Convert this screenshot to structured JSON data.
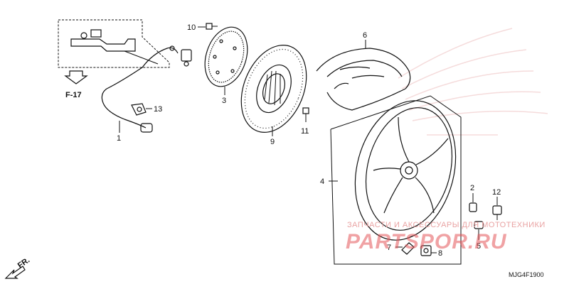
{
  "callouts": {
    "n1": "1",
    "n2": "2",
    "n3": "3",
    "n4": "4",
    "n5": "5",
    "n6": "6",
    "n7": "7",
    "n8": "8",
    "n9": "9",
    "n10": "10",
    "n11": "11",
    "n12": "12",
    "n13": "13"
  },
  "refs": {
    "f17": "F-17",
    "front": "FR."
  },
  "diagram_code": "MJG4F1900",
  "watermark": {
    "top_text": "ЗАПЧАСТИ И АКСЕССУАРЫ ДЛЯ МОТОТЕХНИКИ",
    "logo_text": "PARTSPOR.RU",
    "logo_color": "#e4575a"
  }
}
